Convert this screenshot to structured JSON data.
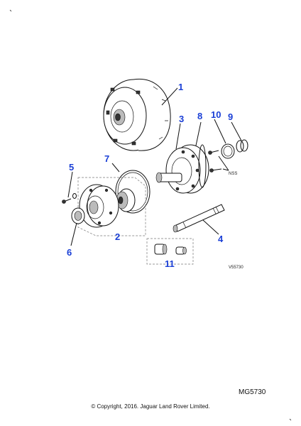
{
  "callouts": {
    "c1": "1",
    "c2": "2",
    "c3": "3",
    "c4": "4",
    "c5": "5",
    "c6": "6",
    "c7": "7",
    "c8": "8",
    "c9": "9",
    "c10": "10",
    "c11": "11"
  },
  "labels": {
    "nss": "NSS",
    "drawing_code": "V55730"
  },
  "footer": {
    "ref_code": "MG5730",
    "copyright": "© Copyright, 2016. Jaguar Land Rover Limited."
  },
  "colors": {
    "callout": "#1a3fd6",
    "line": "#111111"
  }
}
